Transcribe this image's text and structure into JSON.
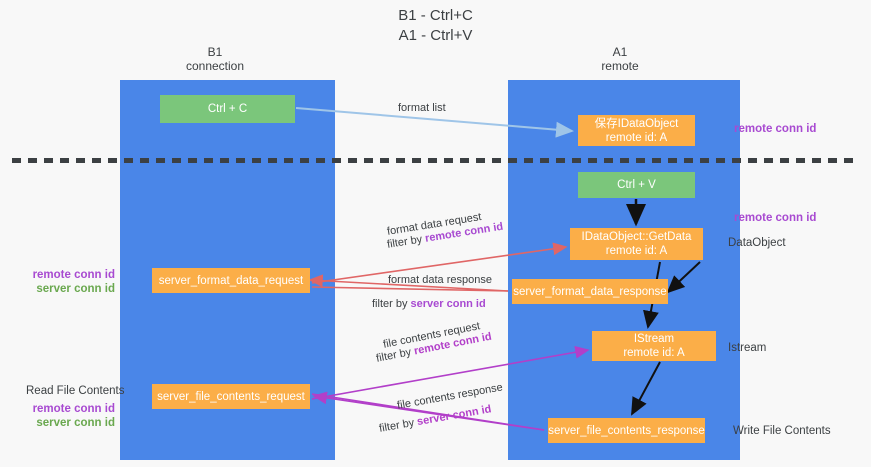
{
  "title": "B1 - Ctrl+C\nA1 - Ctrl+V",
  "columns": {
    "left": {
      "name": "B1",
      "role": "connection",
      "header": "B1\nconnection"
    },
    "right": {
      "name": "A1",
      "role": "remote",
      "header": "A1\nremote"
    }
  },
  "colors": {
    "lane": "#4a86e8",
    "node_green": "#7bc67b",
    "node_orange": "#fbae48",
    "accent_purple": "#a84ad1",
    "accent_green": "#6aa84f",
    "arrow_blue": "#9fc5e8",
    "arrow_red": "#e06666",
    "arrow_magenta": "#b23fc9",
    "arrow_black": "#000000",
    "background": "#f8f8f8",
    "text_dark": "#3c4043"
  },
  "nodes": {
    "ctrl_c": {
      "label": "Ctrl + C",
      "style": "green"
    },
    "idataobject": {
      "label": "保存IDataObject\nremote id: A",
      "style": "orange"
    },
    "ctrl_v": {
      "label": "Ctrl + V",
      "style": "green"
    },
    "getdata": {
      "label": "IDataObject::GetData\nremote id: A",
      "style": "orange"
    },
    "server_format_data_request": {
      "label": "server_format_data_request",
      "style": "orange"
    },
    "server_format_data_response": {
      "label": "server_format_data_response",
      "style": "orange"
    },
    "istream": {
      "label": "IStream\nremote id: A",
      "style": "orange"
    },
    "server_file_contents_request": {
      "label": "server_file_contents_request",
      "style": "orange"
    },
    "server_file_contents_response": {
      "label": "server_file_contents_response",
      "style": "orange"
    }
  },
  "edges": {
    "format_list": {
      "label": "format list",
      "color": "#9fc5e8"
    },
    "format_data_request": {
      "label": "format data request",
      "filter_prefix": "filter by ",
      "filter_key": "remote conn id",
      "color": "#e06666"
    },
    "format_data_response": {
      "label": "format data response",
      "filter_prefix": "filter by ",
      "filter_key": "server conn id",
      "color": "#e06666"
    },
    "file_contents_request": {
      "label": "file contents request",
      "filter_prefix": "filter by ",
      "filter_key": "remote conn id",
      "color": "#b23fc9"
    },
    "file_contents_response": {
      "label": "file contents response",
      "filter_prefix": "filter by ",
      "filter_key": "server conn id",
      "color": "#b23fc9"
    }
  },
  "annotations": {
    "remote_conn_id_top": "remote conn id",
    "remote_conn_id_mid": "remote conn id",
    "dataobject": "DataObject",
    "istream": "Istream",
    "write_file_contents": "Write File Contents",
    "read_file_contents": "Read File Contents",
    "left_ids_mid": {
      "remote": "remote conn id",
      "server": "server conn id"
    },
    "left_ids_bottom": {
      "remote": "remote conn id",
      "server": "server conn id"
    }
  }
}
